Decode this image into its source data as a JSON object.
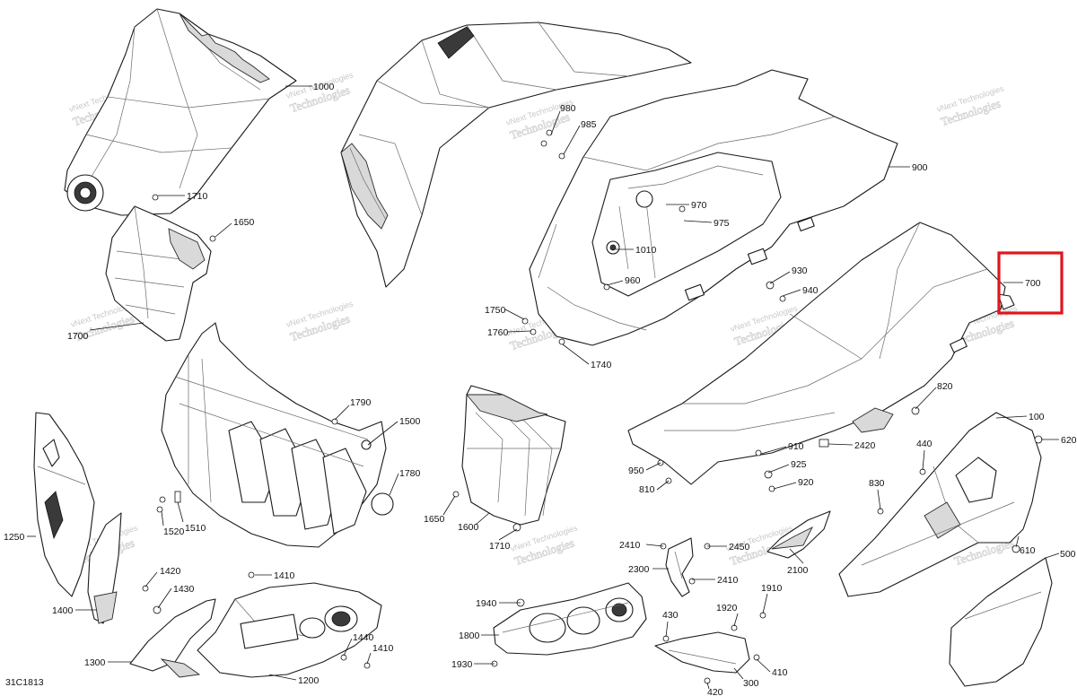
{
  "diagram_code": "31C1813",
  "watermark": {
    "line1": "vNext Technologies",
    "line2": "Technologies"
  },
  "highlight_color": "#e0161b",
  "highlighted_part": "700",
  "labels": {
    "p1000": "1000",
    "p980": "980",
    "p985": "985",
    "p900": "900",
    "p970": "970",
    "p975": "975",
    "p1010": "1010",
    "p960": "960",
    "p930": "930",
    "p940": "940",
    "p700": "700",
    "p1750": "1750",
    "p1760": "1760",
    "p1740": "1740",
    "p1710a": "1710",
    "p1650a": "1650",
    "p1700": "1700",
    "p1790": "1790",
    "p1500": "1500",
    "p1780": "1780",
    "p1520": "1520",
    "p1510": "1510",
    "p1650b": "1650",
    "p1600": "1600",
    "p1710b": "1710",
    "p820": "820",
    "p2420": "2420",
    "p910": "910",
    "p925": "925",
    "p920": "920",
    "p950": "950",
    "p810": "810",
    "p100": "100",
    "p620": "620",
    "p440": "440",
    "p830": "830",
    "p610": "610",
    "p500": "500",
    "p1250": "1250",
    "p1420": "1420",
    "p1430": "1430",
    "p1410a": "1410",
    "p1400": "1400",
    "p1300": "1300",
    "p1440": "1440",
    "p1410b": "1410",
    "p1200": "1200",
    "p2410a": "2410",
    "p2450": "2450",
    "p2300": "2300",
    "p2410b": "2410",
    "p2100": "2100",
    "p1940": "1940",
    "p1800": "1800",
    "p1930": "1930",
    "p1910": "1910",
    "p1920": "1920",
    "p430": "430",
    "p410": "410",
    "p300": "300",
    "p420": "420"
  }
}
